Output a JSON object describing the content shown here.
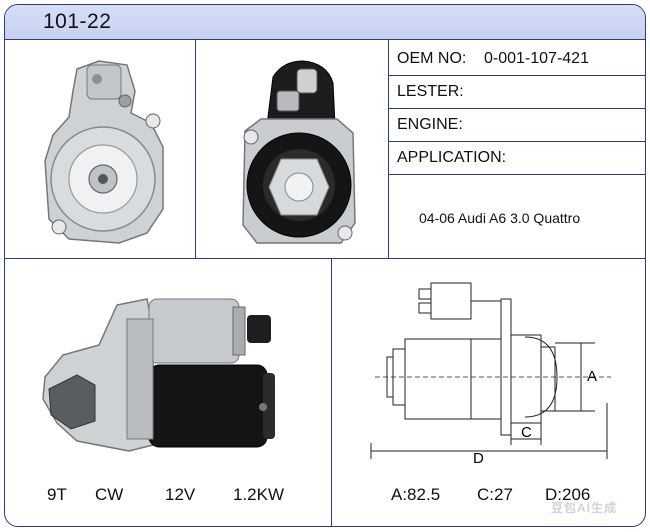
{
  "header": {
    "part_number": "101-22"
  },
  "specs": {
    "oem_label": "OEM NO:",
    "oem_value": "0-001-107-421",
    "lester_label": "LESTER:",
    "engine_label": "ENGINE:",
    "application_label": "APPLICATION:"
  },
  "application": {
    "text": "04-06  Audi A6 3.0 Quattro"
  },
  "ratings": {
    "teeth": "9T",
    "rotation": "CW",
    "voltage": "12V",
    "power": "1.2KW"
  },
  "dimensions": {
    "a": "A:82.5",
    "c": "C:27",
    "d": "D:206",
    "label_a": "A",
    "label_c": "C",
    "label_d": "D"
  },
  "watermark": {
    "text": "豆包AI生成"
  }
}
